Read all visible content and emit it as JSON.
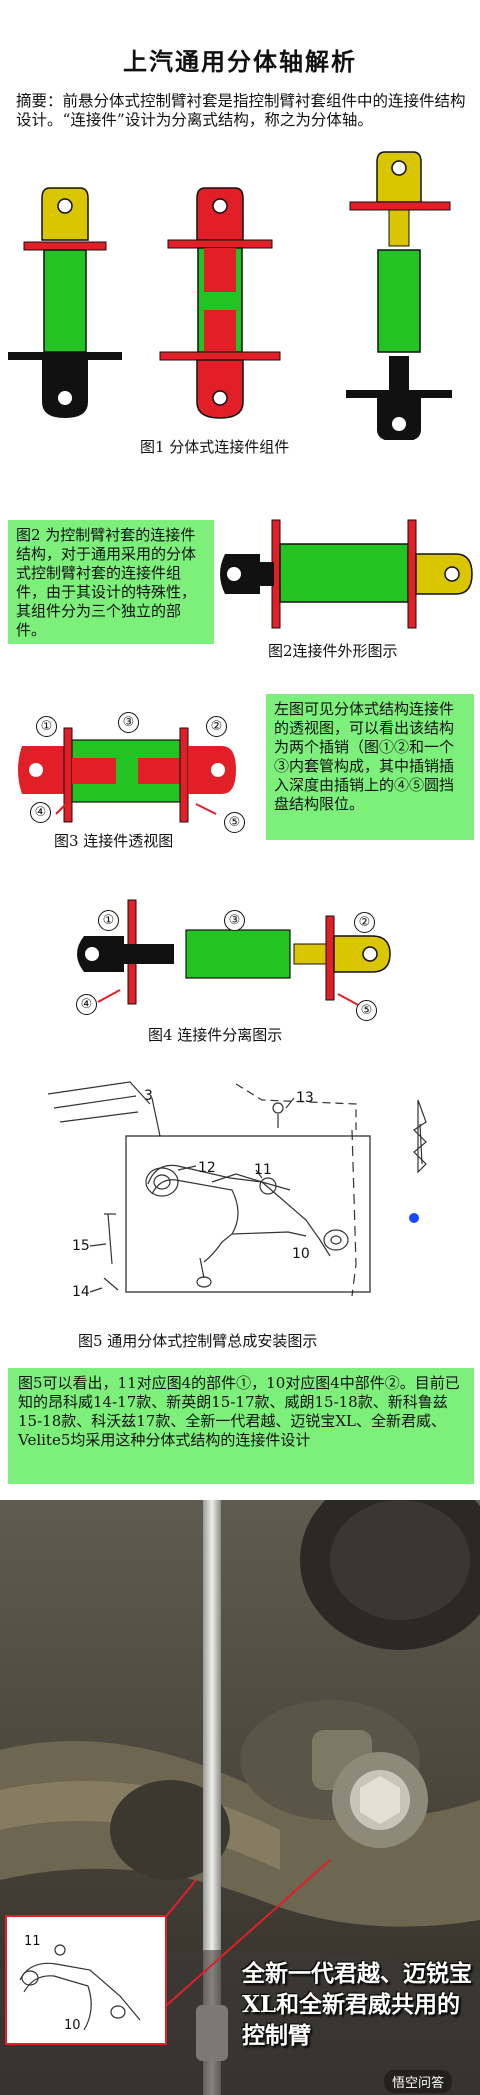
{
  "title": "上汽通用分体轴解析",
  "abstract": "摘要：前悬分体式控制臂衬套是指控制臂衬套组件中的连接件结构设计。“连接件”设计为分离式结构，称之为分体轴。",
  "fig1_caption": "图1 分体式连接件组件",
  "fig2_text": "图2 为控制臂衬套的连接件结构，对于通用采用的分体式控制臂衬套的连接件组件，由于其设计的特殊性，其组件分为三个独立的部件。",
  "fig2_caption": "图2连接件外形图示",
  "fig3_text": "左图可见分体式结构连接件的透视图，可以看出该结构为两个插销（图①②和一个③内套管构成，其中插销插入深度由插销上的④⑤圆挡盘结构限位。",
  "fig3_caption": "图3 连接件透视图",
  "fig4_caption": "图4 连接件分离图示",
  "fig5_caption": "图5 通用分体式控制臂总成安装图示",
  "fig5_text": "图5可以看出，11对应图4的部件①，10对应图4中部件②。目前已知的昂科威14-17款、新英朗15-17款、威朗15-18款、新科鲁兹15-18款、科沃兹17款、全新一代君越、迈锐宝XL、全新君威、Velite5均采用这种分体式结构的连接件设计",
  "circled": {
    "n1": "①",
    "n2": "②",
    "n3": "③",
    "n4": "④",
    "n5": "⑤"
  },
  "diagram_labels": {
    "l3": "3",
    "l13": "13",
    "l12": "12",
    "l11": "11",
    "l15": "15",
    "l14": "14",
    "l10": "10"
  },
  "inset_labels": {
    "l11": "11",
    "l10": "10"
  },
  "photo_caption": "全新一代君越、迈锐宝XL和全新君威共用的控制臂",
  "watermark": "悟空问答",
  "colors": {
    "green": "#22c322",
    "red": "#e21f26",
    "yellow": "#d9c600",
    "black": "#111111",
    "textbox": "#7cf07a"
  }
}
